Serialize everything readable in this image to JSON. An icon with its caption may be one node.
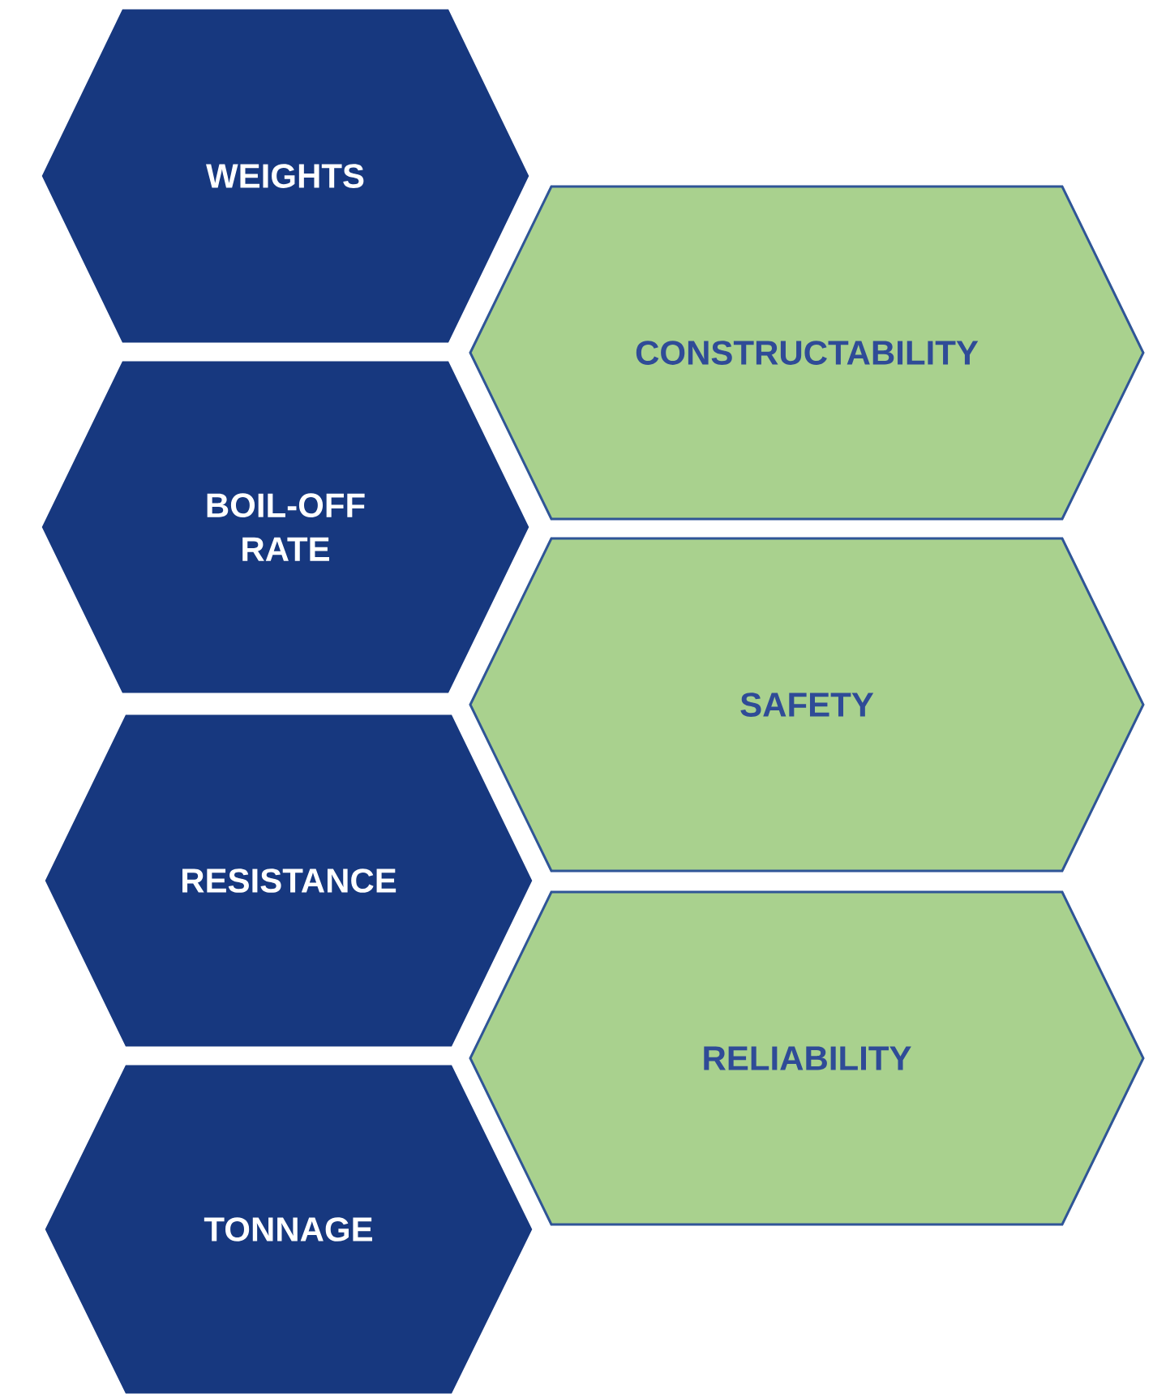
{
  "diagram": {
    "nodes": [
      {
        "text": [
          "WEIGHTS"
        ]
      },
      {
        "text": [
          "CONSTRUCTABILITY"
        ]
      },
      {
        "text": [
          "BOIL-OFF RATE"
        ]
      },
      {
        "text": [
          "SAFETY"
        ]
      },
      {
        "text": [
          "RESISTANCE"
        ]
      },
      {
        "text": [
          "RELIABILITY"
        ]
      },
      {
        "text": [
          "TONNAGE"
        ]
      }
    ]
  }
}
